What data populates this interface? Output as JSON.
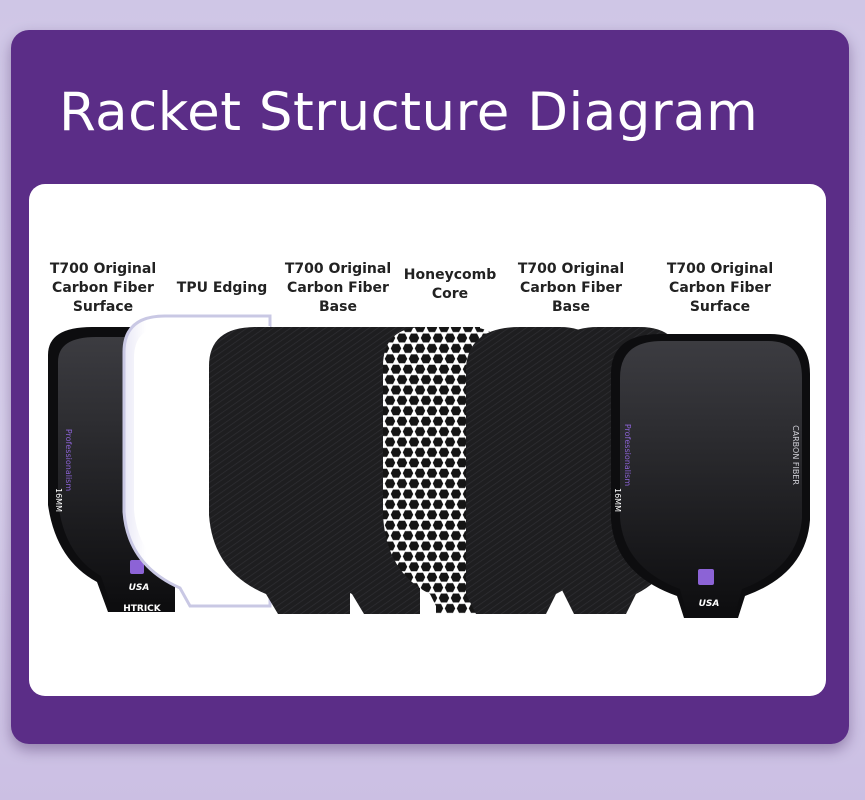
{
  "title": "Racket Structure Diagram",
  "colors": {
    "panel": "#5b2d87",
    "card": "#ffffff",
    "carbon": "#1e1e20",
    "accent": "#8c63d6"
  },
  "layers": [
    {
      "lines": [
        "T700 Original",
        "Carbon Fiber",
        "Surface"
      ]
    },
    {
      "lines": [
        "TPU Edging"
      ]
    },
    {
      "lines": [
        "T700 Original",
        "Carbon Fiber",
        "Base"
      ]
    },
    {
      "lines": [
        "Honeycomb",
        "Core"
      ]
    },
    {
      "lines": [
        "T700 Original",
        "Carbon Fiber",
        "Base"
      ]
    },
    {
      "lines": [
        "T700 Original",
        "Carbon Fiber",
        "Surface"
      ]
    }
  ],
  "paddle_print": {
    "model": "Professionalism",
    "thickness": "16MM",
    "country": "USA",
    "brand": "HTRICK",
    "material": "CARBON FIBER"
  }
}
